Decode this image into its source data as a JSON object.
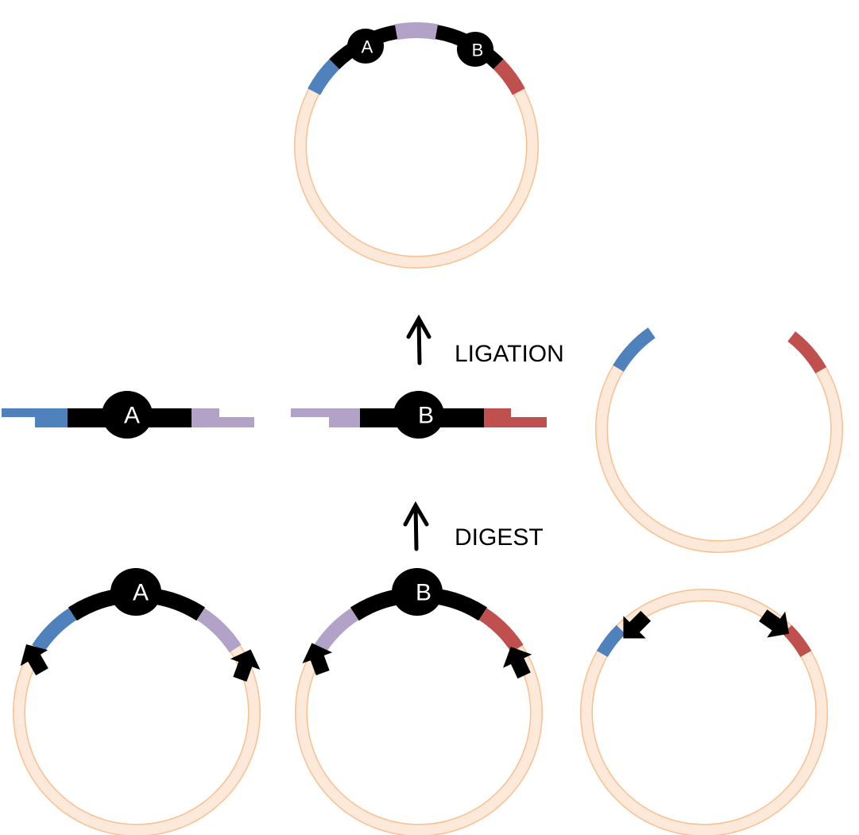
{
  "colors": {
    "ring": "#fde9d9",
    "ring_edge": "#f9bf8f",
    "blue": "#4f81bd",
    "red": "#c0504d",
    "purple": "#b2a2c7",
    "black": "#000000"
  },
  "labels": {
    "ligation": "LIGATION",
    "digest": "DIGEST",
    "a": "A",
    "b": "B"
  },
  "icons": [
    "up-arrow-icon",
    "cut-site-arrow-icon"
  ]
}
